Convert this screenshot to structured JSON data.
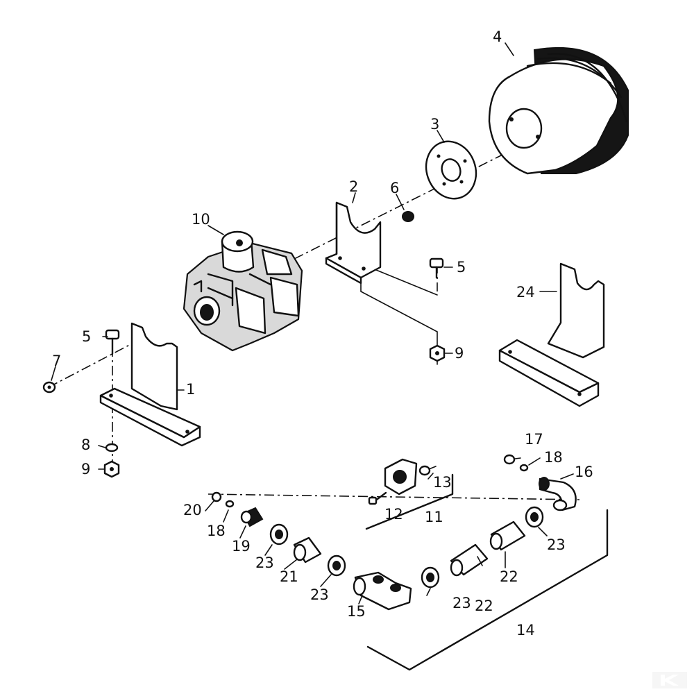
{
  "labels": {
    "p1": "1",
    "p2": "2",
    "p3": "3",
    "p4": "4",
    "p5a": "5",
    "p5b": "5",
    "p6": "6",
    "p7": "7",
    "p8": "8",
    "p9a": "9",
    "p9b": "9",
    "p10": "10",
    "p11": "11",
    "p12": "12",
    "p13": "13",
    "p14": "14",
    "p15": "15",
    "p16": "16",
    "p17": "17",
    "p18a": "18",
    "p18b": "18",
    "p19": "19",
    "p20": "20",
    "p21": "21",
    "p22a": "22",
    "p22b": "22",
    "p23a": "23",
    "p23b": "23",
    "p23c": "23",
    "p23d": "23",
    "p24": "24"
  }
}
